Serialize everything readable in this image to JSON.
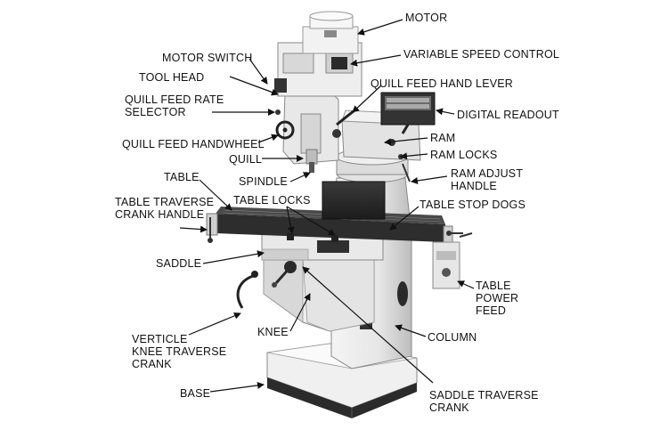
{
  "labels": {
    "motor": "MOTOR",
    "motor_switch": "MOTOR SWITCH",
    "variable_speed_control": "VARIABLE SPEED CONTROL",
    "tool_head": "TOOL HEAD",
    "quill_feed_hand_lever": "QUILL FEED HAND LEVER",
    "quill_feed_rate_selector_1": "QUILL FEED RATE",
    "quill_feed_rate_selector_2": "SELECTOR",
    "digital_readout": "DIGITAL READOUT",
    "ram": "RAM",
    "quill_feed_handwheel": "QUILL FEED HANDWHEEL",
    "ram_locks": "RAM LOCKS",
    "quill": "QUILL",
    "ram_adjust_handle_1": "RAM ADJUST",
    "ram_adjust_handle_2": "HANDLE",
    "spindle": "SPINDLE",
    "table": "TABLE",
    "table_traverse_crank_handle_1": "TABLE TRAVERSE",
    "table_traverse_crank_handle_2": "CRANK HANDLE",
    "table_locks": "TABLE LOCKS",
    "table_stop_dogs": "TABLE STOP DOGS",
    "saddle": "SADDLE",
    "table_power_feed_1": "TABLE",
    "table_power_feed_2": "POWER",
    "table_power_feed_3": "FEED",
    "knee": "KNEE",
    "column": "COLUMN",
    "verticle_knee_traverse_crank_1": "VERTICLE",
    "verticle_knee_traverse_crank_2": "KNEE TRAVERSE",
    "verticle_knee_traverse_crank_3": "CRANK",
    "base": "BASE",
    "saddle_traverse_crank_1": "SADDLE TRAVERSE",
    "saddle_traverse_crank_2": "CRANK"
  },
  "colors": {
    "machine_body": "#e9e9e9",
    "machine_shadow": "#9a9a9a",
    "dark_parts": "#2a2a2a",
    "leader_lines": "#111111"
  }
}
